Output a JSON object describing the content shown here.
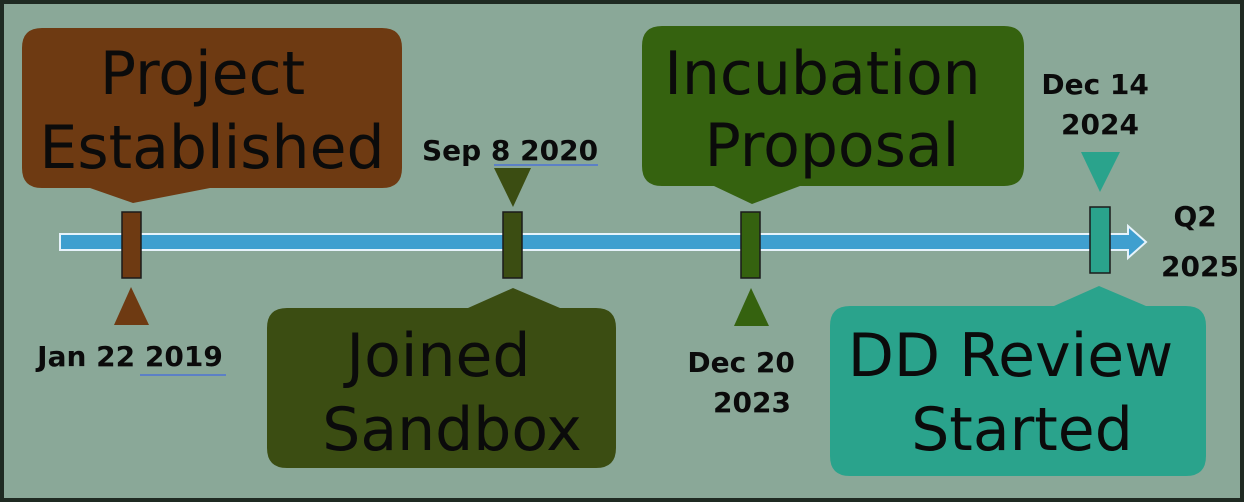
{
  "timeline": {
    "end_label": [
      "Q2",
      "2025"
    ],
    "colors": {
      "background": "#8aa898",
      "frame": "#1f2a22",
      "arrow_fill": "#3f9fcf",
      "arrow_stroke": "#e6f3fb"
    }
  },
  "milestones": [
    {
      "id": "project-established",
      "title": [
        "Project",
        "Established"
      ],
      "date": [
        "Jan 22 2019"
      ],
      "color": "#6e3a12"
    },
    {
      "id": "joined-sandbox",
      "title": [
        "Joined",
        "Sandbox"
      ],
      "date": [
        "Sep 8 2020"
      ],
      "color": "#3b4d12"
    },
    {
      "id": "incubation-proposal",
      "title": [
        "Incubation",
        "Proposal"
      ],
      "date": [
        "Dec 20",
        "2023"
      ],
      "color": "#35620f"
    },
    {
      "id": "dd-review-started",
      "title": [
        "DD Review",
        "Started"
      ],
      "date": [
        "Dec 14",
        "2024"
      ],
      "color": "#2aa38c"
    }
  ]
}
